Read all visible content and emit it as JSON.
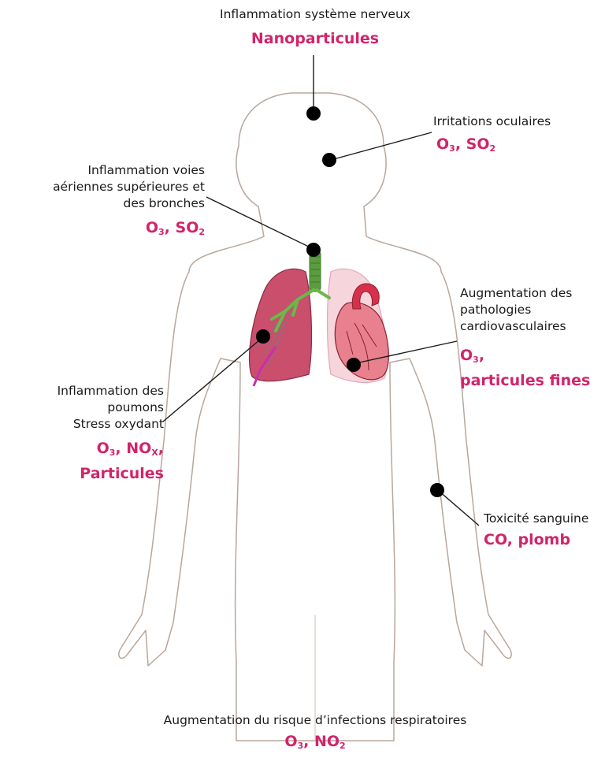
{
  "annotations": {
    "nervous": {
      "effect": [
        "Inflammation système nerveux"
      ],
      "pollutants": [
        [
          {
            "t": "Nanoparticules"
          }
        ]
      ]
    },
    "eyes": {
      "effect": [
        "Irritations oculaires"
      ],
      "pollutants": [
        [
          {
            "t": "O"
          },
          {
            "s": "3"
          },
          {
            "t": ", SO"
          },
          {
            "s": "2"
          }
        ]
      ]
    },
    "airways": {
      "effect": [
        "Inflammation voies",
        "aériennes supérieures et",
        "des bronches"
      ],
      "pollutants": [
        [
          {
            "t": "O"
          },
          {
            "s": "3"
          },
          {
            "t": ", SO"
          },
          {
            "s": "2"
          }
        ]
      ]
    },
    "cardio": {
      "effect": [
        "Augmentation des",
        "pathologies",
        "cardiovasculaires"
      ],
      "pollutants": [
        [
          {
            "t": "O"
          },
          {
            "s": "3"
          },
          {
            "t": ","
          }
        ],
        [
          {
            "t": "particules fines"
          }
        ]
      ]
    },
    "lungs": {
      "effect": [
        "Inflammation des",
        "poumons",
        "Stress oxydant"
      ],
      "pollutants": [
        [
          {
            "t": "O"
          },
          {
            "s": "3"
          },
          {
            "t": ", NO"
          },
          {
            "s": "X"
          },
          {
            "t": ","
          }
        ],
        [
          {
            "t": "Particules"
          }
        ]
      ]
    },
    "blood": {
      "effect": [
        "Toxicité sanguine"
      ],
      "pollutants": [
        [
          {
            "t": "CO, plomb"
          }
        ]
      ]
    },
    "respiratory": {
      "effect": [
        "Augmentation du risque d’infections respiratoires"
      ],
      "pollutants": [
        [
          {
            "t": "O"
          },
          {
            "s": "3"
          },
          {
            "t": ", NO"
          },
          {
            "s": "2"
          }
        ]
      ]
    }
  },
  "colors": {
    "accent": "#d1246b",
    "text": "#1a1a1a",
    "body_outline": "#b8a79c",
    "lung": "#c94f6d",
    "lung_light": "#f6d5dc",
    "heart": "#d8304a",
    "trachea": "#5a9c3e"
  }
}
